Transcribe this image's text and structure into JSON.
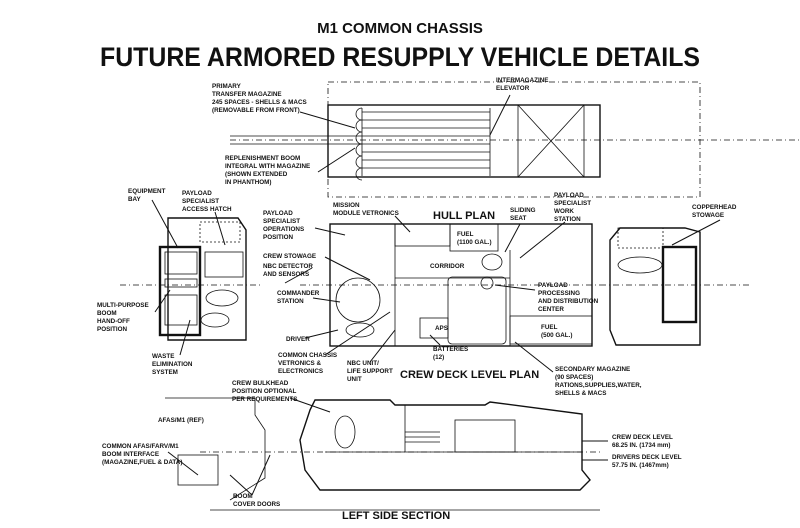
{
  "title": {
    "line1": "M1 COMMON CHASSIS",
    "line2": "FUTURE ARMORED RESUPPLY VEHICLE DETAILS"
  },
  "headings": {
    "hull_plan": "HULL PLAN",
    "crew_deck": "CREW DECK LEVEL PLAN",
    "left_side": "LEFT SIDE SECTION"
  },
  "labels": {
    "primary_magazine": [
      "PRIMARY",
      "TRANSFER MAGAZINE",
      "245 SPACES - SHELLS & MACS",
      "(REMOVABLE FROM FRONT)"
    ],
    "intermagazine": [
      "INTERMAGAZINE",
      "ELEVATOR"
    ],
    "replenishment": [
      "REPLENISHMENT BOOM",
      "INTEGRAL WITH MAGAZINE",
      "(SHOWN EXTENDED",
      "IN PHANTHOM)"
    ],
    "equipment_bay": [
      "EQUIPMENT",
      "BAY"
    ],
    "access_hatch": [
      "PAYLOAD",
      "SPECIALIST",
      "ACCESS HATCH"
    ],
    "operations_position": [
      "PAYLOAD",
      "SPECIALIST",
      "OPERATIONS",
      "POSITION"
    ],
    "mission_vetronics": [
      "MISSION",
      "MODULE VETRONICS"
    ],
    "sliding_seat": [
      "SLIDING",
      "SEAT"
    ],
    "work_station": [
      "PAYLOAD",
      "SPECIALIST",
      "WORK",
      "STATION"
    ],
    "copperhead": [
      "COPPERHEAD",
      "STOWAGE"
    ],
    "crew_stowage": [
      "CREW STOWAGE"
    ],
    "nbc_detector": [
      "NBC DETECTOR",
      "AND SENSORS"
    ],
    "commander": [
      "COMMANDER",
      "STATION"
    ],
    "multi_purpose": [
      "MULTI-PURPOSE",
      "BOOM",
      "HAND-OFF",
      "POSITION"
    ],
    "driver": [
      "DRIVER"
    ],
    "waste": [
      "WASTE",
      "ELIMINATION",
      "SYSTEM"
    ],
    "chassis_vetronics": [
      "COMMON CHASSIS",
      "VETRONICS &",
      "ELECTRONICS"
    ],
    "nbc_unit": [
      "NBC UNIT/",
      "LIFE SUPPORT",
      "UNIT"
    ],
    "batteries": [
      "BATTERIES",
      "(12)"
    ],
    "fuel_1100": [
      "FUEL",
      "(1100 GAL.)"
    ],
    "corridor": [
      "CORRIDOR"
    ],
    "processing": [
      "PAYLOAD",
      "PROCESSING",
      "AND DISTRIBUTION",
      "CENTER"
    ],
    "fuel_500": [
      "FUEL",
      "(500 GAL.)"
    ],
    "aps": [
      "APS"
    ],
    "secondary_magazine": [
      "SECONDARY MAGAZINE",
      "(90 SPACES)",
      "RATIONS,SUPPLIES,WATER,",
      "SHELLS & MACS"
    ],
    "crew_bulkhead": [
      "CREW BULKHEAD",
      "POSITION OPTIONAL",
      "PER REQUIREMENTS"
    ],
    "afas_ref": [
      "AFAS/M1 (REF)"
    ],
    "boom_interface": [
      "COMMON AFAS/FARV/M1",
      "BOOM INTERFACE",
      "(MAGAZINE,FUEL & DATA)"
    ],
    "crew_deck_level": [
      "CREW DECK LEVEL",
      "68.25 IN. (1734 mm)"
    ],
    "drivers_deck_level": [
      "DRIVERS DECK LEVEL",
      "57.75 IN. (1467mm)"
    ],
    "boom_doors": [
      "BOOM",
      "COVER DOORS"
    ]
  }
}
